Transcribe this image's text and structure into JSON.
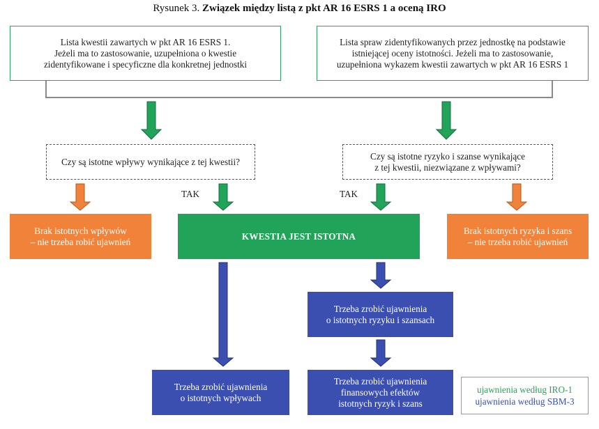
{
  "title": {
    "prefix": "Rysunek 3.",
    "bold": "Związek między listą z pkt AR 16 ESRS 1 a oceną IRO"
  },
  "top_left_box": "Lista kwestii zawartych w pkt AR 16 ESRS 1.\nJeżeli ma to zastosowanie, uzupełniona o kwestie\nzidentyfikowane i specyficzne dla konkretnej jednostki",
  "top_right_box": "Lista spraw zidentyfikowanych przez jednostkę na podstawie\nistniejącej oceny istotności. Jeżeli ma to zastosowanie,\nuzupełniona wykazem kwestii zawartych w pkt AR 16 ESRS 1",
  "question_left": "Czy są istotne wpływy wynikające z tej kwestii?",
  "question_right": "Czy są istotne ryzyko i szanse wynikające\nz tej kwestii, niezwiązane z wpływami?",
  "tak_left": "TAK",
  "tak_right": "TAK",
  "no_impacts": "Brak istotnych wpływów\n– nie trzeba robić ujawnień",
  "no_risks": "Brak istotnych ryzyka i szans\n– nie trzeba robić ujawnień",
  "material_issue": "KWESTIA JEST ISTOTNA",
  "disclose_risks": "Trzeba zrobić ujawnienia\no istotnych ryzyku i szansach",
  "disclose_impacts": "Trzeba zrobić ujawnienia\no istotnych wpływach",
  "disclose_financial": "Trzeba zrobić ujawnienia\nfinansowych efektów\nistotnych ryzyk i szans",
  "legend": {
    "green": "ujawnienia według IRO-1",
    "blue": "ujawnienia według SBM-3"
  },
  "colors": {
    "green": "#22a35a",
    "orange": "#f0823a",
    "blue": "#3a4fb0",
    "connector": "#8a8a8a"
  }
}
